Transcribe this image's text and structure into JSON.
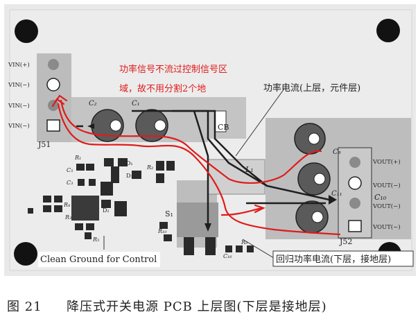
{
  "colors": {
    "pcb_background": "#e8e8e8",
    "copper_area": "#c2c2c2",
    "power_path": "#e01b1b",
    "current_arrow": "#1e1e1e",
    "annotation_text": "#e01b1b",
    "mount_hole": "#121212"
  },
  "annotations": {
    "power_note_line1": "功率信号不流过控制信号区",
    "power_note_line2": "域，故不用分割2个地",
    "top_current": "功率电流(上层，元件层)",
    "return_current": "回归功率电流(下层，接地层)",
    "clean_ground": "Clean Ground for Control"
  },
  "connectors": {
    "j51": {
      "ref": "J51",
      "pins": [
        "VIN(+)",
        "VIN(−)",
        "VIN(−)",
        "VIN(−)"
      ]
    },
    "j52": {
      "ref": "J52",
      "pins": [
        "VOUT(+)",
        "VOUT(−)",
        "VOUT(−)",
        "VOUT(−)"
      ]
    }
  },
  "components": {
    "c2": "C₂",
    "c1": "C₁",
    "cb": "CB",
    "l1": "L₁",
    "s1": "S₁",
    "c8": "C₈",
    "c11": "C₁₁",
    "c10": "C₁₀",
    "r1": "R₁",
    "c5": "C₅",
    "d1": "D₁",
    "r2": "R₂",
    "d2": "D₂",
    "d3": "D₃",
    "c3": "C₃",
    "r3": "R₃",
    "r4": "R₄",
    "r5": "R₅",
    "r9": "R₉",
    "r10": "R₁₀",
    "c16": "C₁₆"
  },
  "caption": {
    "number": "图 21",
    "title": "降压式开关电源 PCB 上层图(下层是接地层)"
  }
}
